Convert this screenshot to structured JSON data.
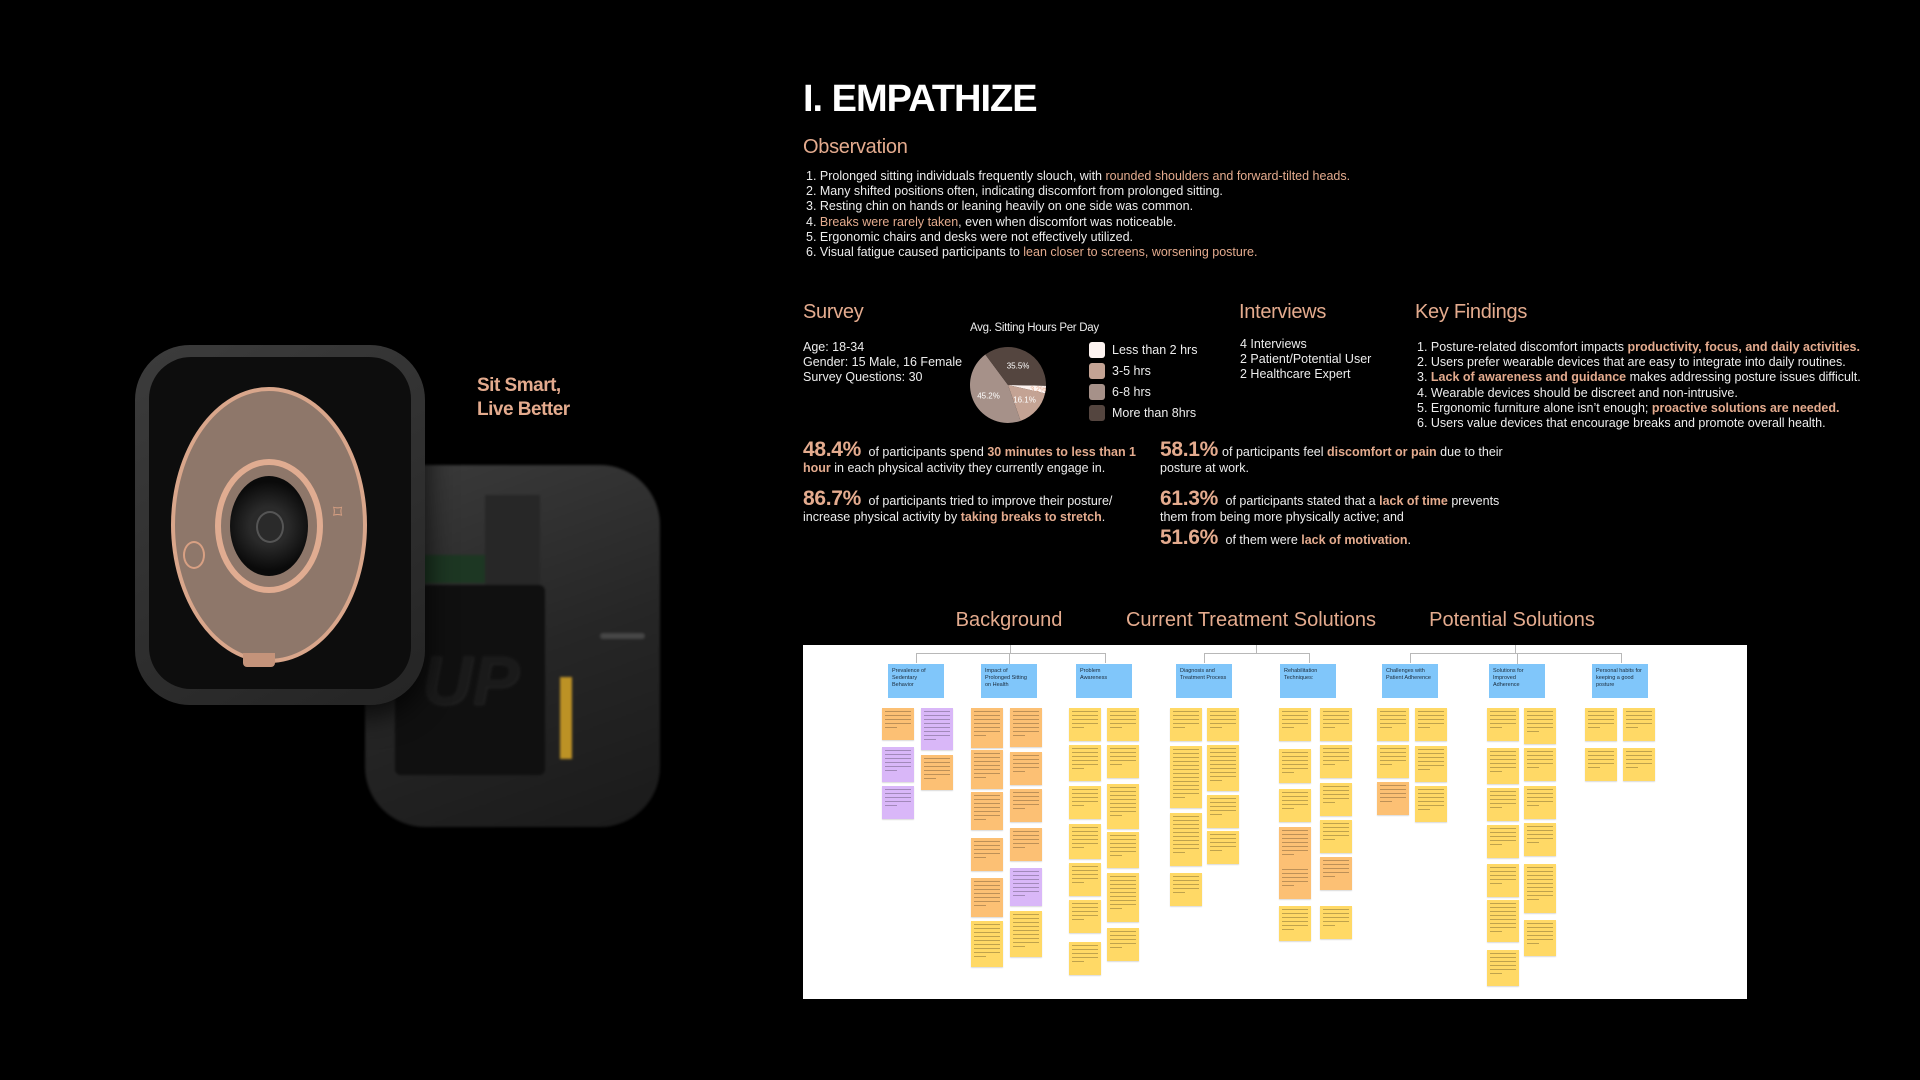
{
  "colors": {
    "accent": "#e4ab8e",
    "board_header": "#80c6fa",
    "note_yellow": "#ffd966",
    "note_orange": "#fcc074",
    "note_purple": "#d9b7f8"
  },
  "product": {
    "tagline_line1": "Sit Smart,",
    "tagline_line2": "Live Better",
    "logo_text": "UP",
    "icons": [
      "stopwatch-icon",
      "target-check-icon",
      "wireless-signal-icon"
    ]
  },
  "title": "I. EMPATHIZE",
  "observation": {
    "heading": "Observation",
    "items": [
      [
        {
          "t": "1. Prolonged sitting individuals frequently slouch, with "
        },
        {
          "t": "rounded shoulders and forward-tilted heads.",
          "h": 1
        }
      ],
      [
        {
          "t": "2. Many shifted positions often, indicating discomfort from prolonged sitting."
        }
      ],
      [
        {
          "t": "3. Resting chin on hands or leaning heavily on one side was common."
        }
      ],
      [
        {
          "t": "4. "
        },
        {
          "t": "Breaks were rarely taken",
          "h": 1
        },
        {
          "t": ", even when discomfort was noticeable."
        }
      ],
      [
        {
          "t": "5. Ergonomic chairs and desks were not effectively utilized."
        }
      ],
      [
        {
          "t": "6. Visual fatigue caused participants to "
        },
        {
          "t": "lean closer to screens, worsening posture.",
          "h": 1
        }
      ]
    ]
  },
  "survey": {
    "heading": "Survey",
    "lines": [
      "Age: 18-34",
      "Gender: 15 Male, 16 Female",
      "Survey Questions: 30"
    ]
  },
  "chart_data": {
    "type": "pie",
    "title": "Avg. Sitting Hours Per Day",
    "categories": [
      "Less than 2 hrs",
      "3-5 hrs",
      "6-8 hrs",
      "More than 8hrs"
    ],
    "values": [
      3.2,
      16.1,
      45.2,
      35.5
    ],
    "labels": [
      "3.2%",
      "16.1%",
      "45.2%",
      "35.5%"
    ],
    "colors": [
      "#fdf3f0",
      "#c4a394",
      "#a69189",
      "#54453f"
    ],
    "legend": "right"
  },
  "interviews": {
    "heading": "Interviews",
    "lines": [
      "4 Interviews",
      "2 Patient/Potential User",
      "2 Healthcare Expert"
    ]
  },
  "key_findings": {
    "heading": "Key Findings",
    "items": [
      [
        {
          "t": "1. Posture-related discomfort impacts "
        },
        {
          "t": "productivity, focus, and daily activities.",
          "b": 1
        }
      ],
      [
        {
          "t": "2. Users prefer wearable devices that are easy to integrate into daily routines."
        }
      ],
      [
        {
          "t": "3. "
        },
        {
          "t": "Lack of awareness and guidance",
          "b": 1
        },
        {
          "t": " makes addressing posture issues difficult."
        }
      ],
      [
        {
          "t": "4. Wearable devices should be discreet and non-intrusive."
        }
      ],
      [
        {
          "t": "5. Ergonomic furniture alone isn’t enough; "
        },
        {
          "t": "proactive solutions are needed.",
          "b": 1
        }
      ],
      [
        {
          "t": "6. Users value devices that encourage breaks and promote overall health."
        }
      ]
    ]
  },
  "stats": [
    [
      {
        "t": "48.4%",
        "n": 1
      },
      {
        "t": " of participants spend "
      },
      {
        "t": "30 minutes to less than 1 hour",
        "b": 1
      },
      {
        "t": " in each physical activity they currently engage in."
      }
    ],
    [
      {
        "t": "86.7%",
        "n": 1
      },
      {
        "t": " of participants tried to improve their posture/ increase physical activity by "
      },
      {
        "t": "taking breaks to stretch",
        "b": 1
      },
      {
        "t": "."
      }
    ],
    [
      {
        "t": "58.1%",
        "n": 1
      },
      {
        "t": "of participants feel "
      },
      {
        "t": "discomfort or pain",
        "b": 1
      },
      {
        "t": " due to their posture at work."
      }
    ],
    [
      {
        "t": "61.3%",
        "n": 1
      },
      {
        "t": " of participants stated that a "
      },
      {
        "t": "lack of time",
        "b": 1
      },
      {
        "t": " prevents them from being more physically active; and"
      }
    ],
    [
      {
        "t": "51.6%",
        "n": 1
      },
      {
        "t": " of them were "
      },
      {
        "t": "lack of motivation",
        "b": 1
      },
      {
        "t": "."
      }
    ]
  ],
  "board": {
    "sections": [
      "Background",
      "Current Treatment Solutions",
      "Potential Solutions"
    ],
    "headers": [
      "Prevalence of Sedentary Behavior",
      "Impact of Prolonged Sitting on Health",
      "Problem Awareness",
      "Diagnosis and Treatment Process",
      "Rehabilitation Techniques:",
      "Challenges with Patient Adherence",
      "Solutions for Improved Adherence",
      "Personal habits for keeping a good posture"
    ]
  }
}
